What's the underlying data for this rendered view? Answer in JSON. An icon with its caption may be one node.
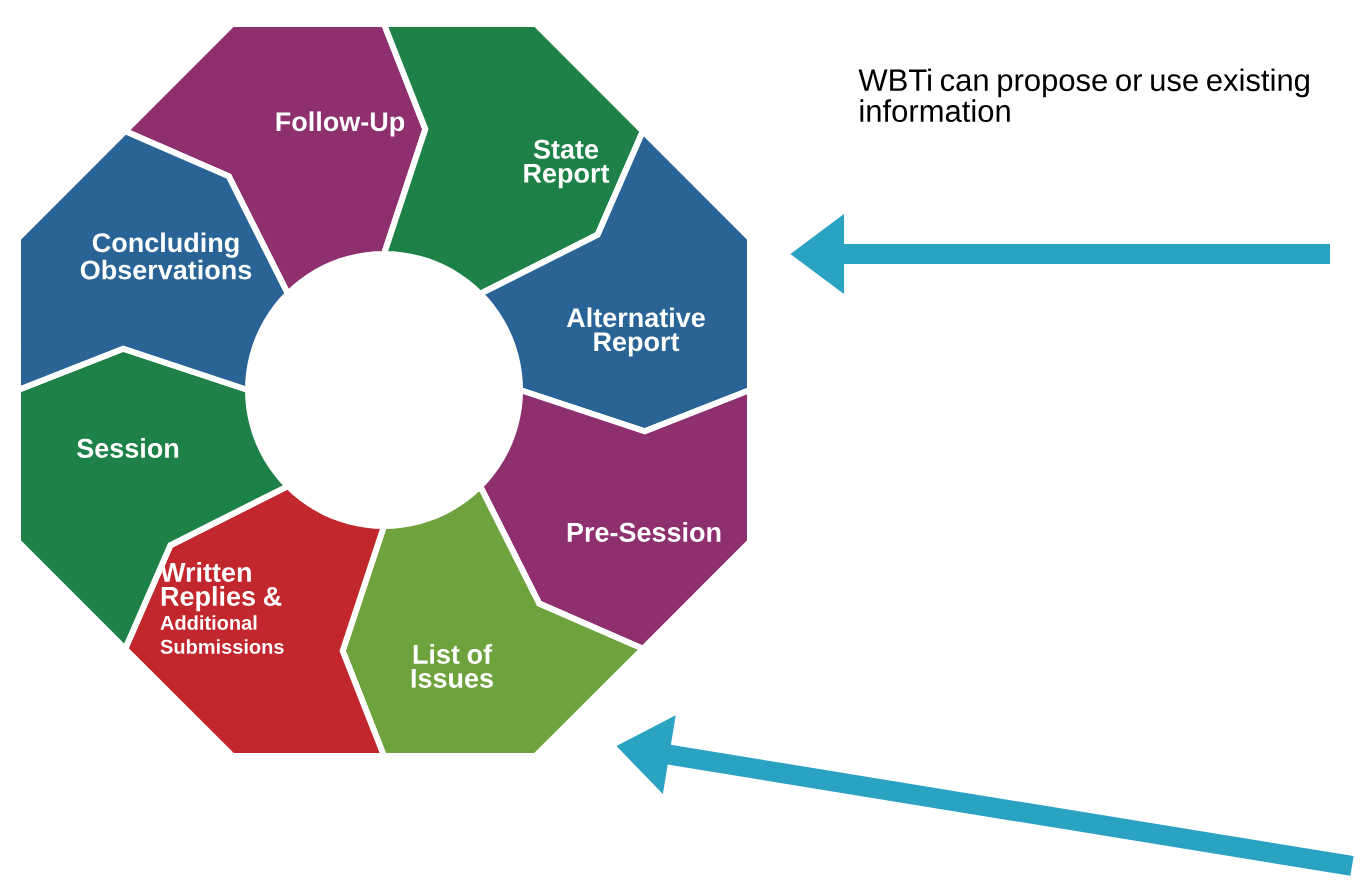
{
  "diagram": {
    "nodes": [
      {
        "text": [
          "Follow-Up"
        ]
      },
      {
        "text": [
          "State Report"
        ]
      },
      {
        "text": [
          "Alternative Report"
        ]
      },
      {
        "text": [
          "Pre-Session"
        ]
      },
      {
        "text": [
          "List of Issues"
        ]
      },
      {
        "text": [
          "Written Replies &",
          "Additional Submissions"
        ]
      },
      {
        "text": [
          "Session"
        ]
      },
      {
        "text": [
          "Concluding Observations"
        ]
      }
    ],
    "edges": [
      {
        "from": null,
        "to": 2,
        "arrow": "to"
      },
      {
        "from": null,
        "to": 4,
        "arrow": "to"
      }
    ],
    "labels": [
      "WBTi can propose or use existing information"
    ]
  }
}
